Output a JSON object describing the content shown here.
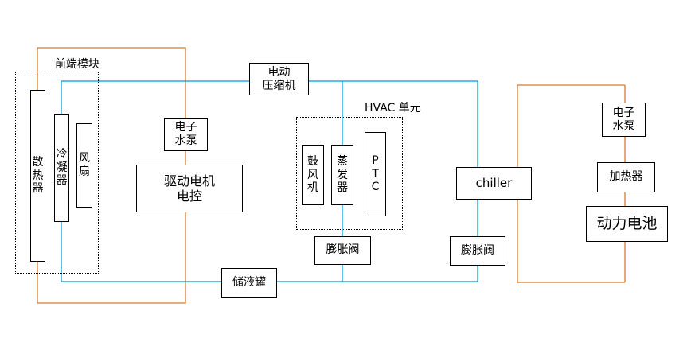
{
  "colors": {
    "coolant_loop": "#00a0e0",
    "water_loop": "#d97a2b",
    "border": "#000000"
  },
  "modules": {
    "front_end": "前端模块",
    "hvac": "HVAC 单元"
  },
  "components": {
    "radiator": [
      "散",
      "热",
      "器"
    ],
    "condenser": [
      "冷",
      "凝",
      "器"
    ],
    "fan": [
      "风",
      "扇"
    ],
    "compressor": [
      "电动",
      "压缩机"
    ],
    "pump_motor": [
      "电子",
      "水泵"
    ],
    "motor_controller": [
      "驱动电机",
      "电控"
    ],
    "blower": [
      "鼓",
      "风",
      "机"
    ],
    "evaporator": [
      "蒸",
      "发",
      "器"
    ],
    "ptc": [
      "P",
      "T",
      "C"
    ],
    "expansion_valve_hvac": "膨胀阀",
    "receiver_drier": "储液罐",
    "chiller": "chiller",
    "expansion_valve_chiller": "膨胀阀",
    "pump_battery": [
      "电子",
      "水泵"
    ],
    "heater": "加热器",
    "battery": "动力电池"
  }
}
